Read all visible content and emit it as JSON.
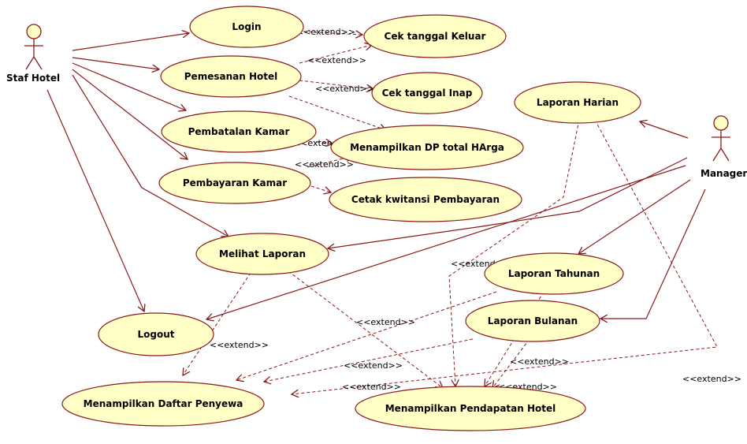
{
  "diagram": {
    "actors": {
      "staf_hotel": "Staf Hotel",
      "manager": "Manager"
    },
    "use_cases": {
      "login": "Login",
      "pemesanan_hotel": "Pemesanan Hotel",
      "pembatalan_kamar": "Pembatalan Kamar",
      "pembayaran_kamar": "Pembayaran Kamar",
      "melihat_laporan": "Melihat Laporan",
      "logout": "Logout",
      "menampilkan_daftar_penyewa": "Menampilkan Daftar Penyewa",
      "cek_tanggal_keluar": "Cek tanggal Keluar",
      "cek_tanggal_inap": "Cek tanggal Inap",
      "menampilkan_dp": "Menampilkan DP total HArga",
      "cetak_kwitansi": "Cetak kwitansi Pembayaran",
      "laporan_harian": "Laporan Harian",
      "laporan_tahunan": "Laporan Tahunan",
      "laporan_bulanan": "Laporan Bulanan",
      "menampilkan_pendapatan": "Menampilkan Pendapatan Hotel"
    },
    "stereotypes": {
      "s1": "<<extend>>",
      "s2": "<<extend>>",
      "s3": "<<extend>>",
      "s4": "<<extend>>",
      "s5": "<<extend>>",
      "s6": "<<extend>>",
      "s7": "<<extend>>",
      "s8": "<<extend>>",
      "s9": "<<extend>>",
      "s10": "<<extend>>",
      "s11": "<<extend>>",
      "s12": "<<extend>>",
      "s13": "<<extend>>"
    },
    "colors": {
      "usecase_fill": "#ffffc6",
      "usecase_stroke": "#8b1a1a",
      "line": "#8b1a1a"
    }
  }
}
